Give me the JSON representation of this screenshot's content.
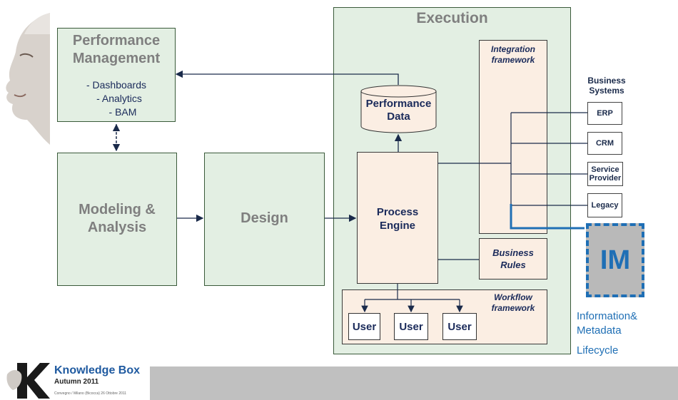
{
  "performance": {
    "title_line1": "Performance",
    "title_line2": "Management",
    "items": [
      "- Dashboards",
      "- Analytics",
      "- BAM"
    ]
  },
  "modeling": {
    "line1": "Modeling &",
    "line2": "Analysis"
  },
  "design": {
    "label": "Design"
  },
  "execution": {
    "title": "Execution",
    "integration_line1": "Integration",
    "integration_line2": "framework",
    "perf_data_line1": "Performance",
    "perf_data_line2": "Data",
    "engine_line1": "Process",
    "engine_line2": "Engine",
    "rules_line1": "Business",
    "rules_line2": "Rules",
    "workflow_line1": "Workflow",
    "workflow_line2": "framework",
    "users": [
      "User",
      "User",
      "User"
    ]
  },
  "business_systems": {
    "title_line1": "Business",
    "title_line2": "Systems",
    "erp": "ERP",
    "crm": "CRM",
    "service_line1": "Service",
    "service_line2": "Provider",
    "legacy": "Legacy"
  },
  "im": {
    "label": "IM",
    "caption_line1": "Information&",
    "caption_line2": "Metadata",
    "caption_line3": "Lifecycle"
  },
  "footer": {
    "brand": "Knowledge Box",
    "season": "Autumn 2011",
    "tagline": "Convegno / Milano (Bicocca) 26 Ottobre 2011"
  },
  "colors": {
    "green_fill": "#e3efe3",
    "peach_fill": "#fbeee3",
    "im_blue": "#1f6fb5",
    "footer_bar": "#c0c0c0"
  }
}
